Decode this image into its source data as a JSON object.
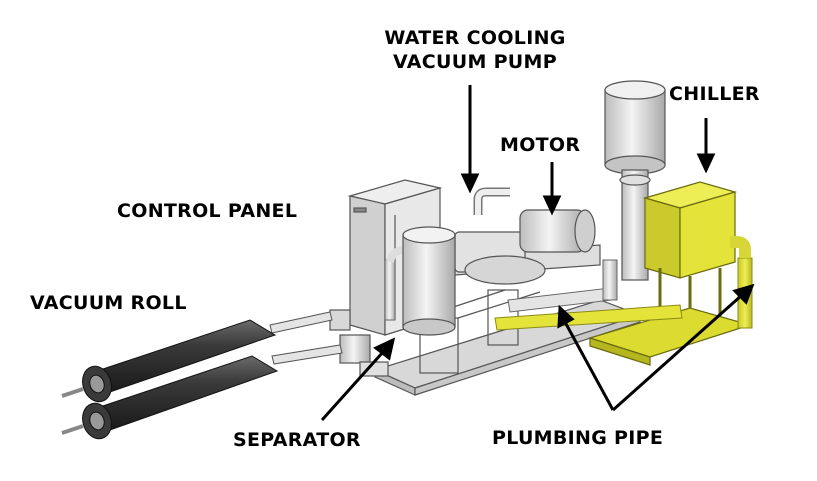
{
  "labels": {
    "water_cooling_line1": "WATER COOLING",
    "water_cooling_line2": "VACUUM PUMP",
    "chiller": "CHILLER",
    "motor": "MOTOR",
    "control_panel": "CONTROL PANEL",
    "vacuum_roll": "VACUUM ROLL",
    "separator": "SEPARATOR",
    "plumbing_pipe": "PLUMBING PIPE"
  },
  "colors": {
    "plumbing_yellow": "#e3e33a",
    "equipment_gray": "#dcdcdc",
    "roll_dark": "#2e2e2e"
  }
}
